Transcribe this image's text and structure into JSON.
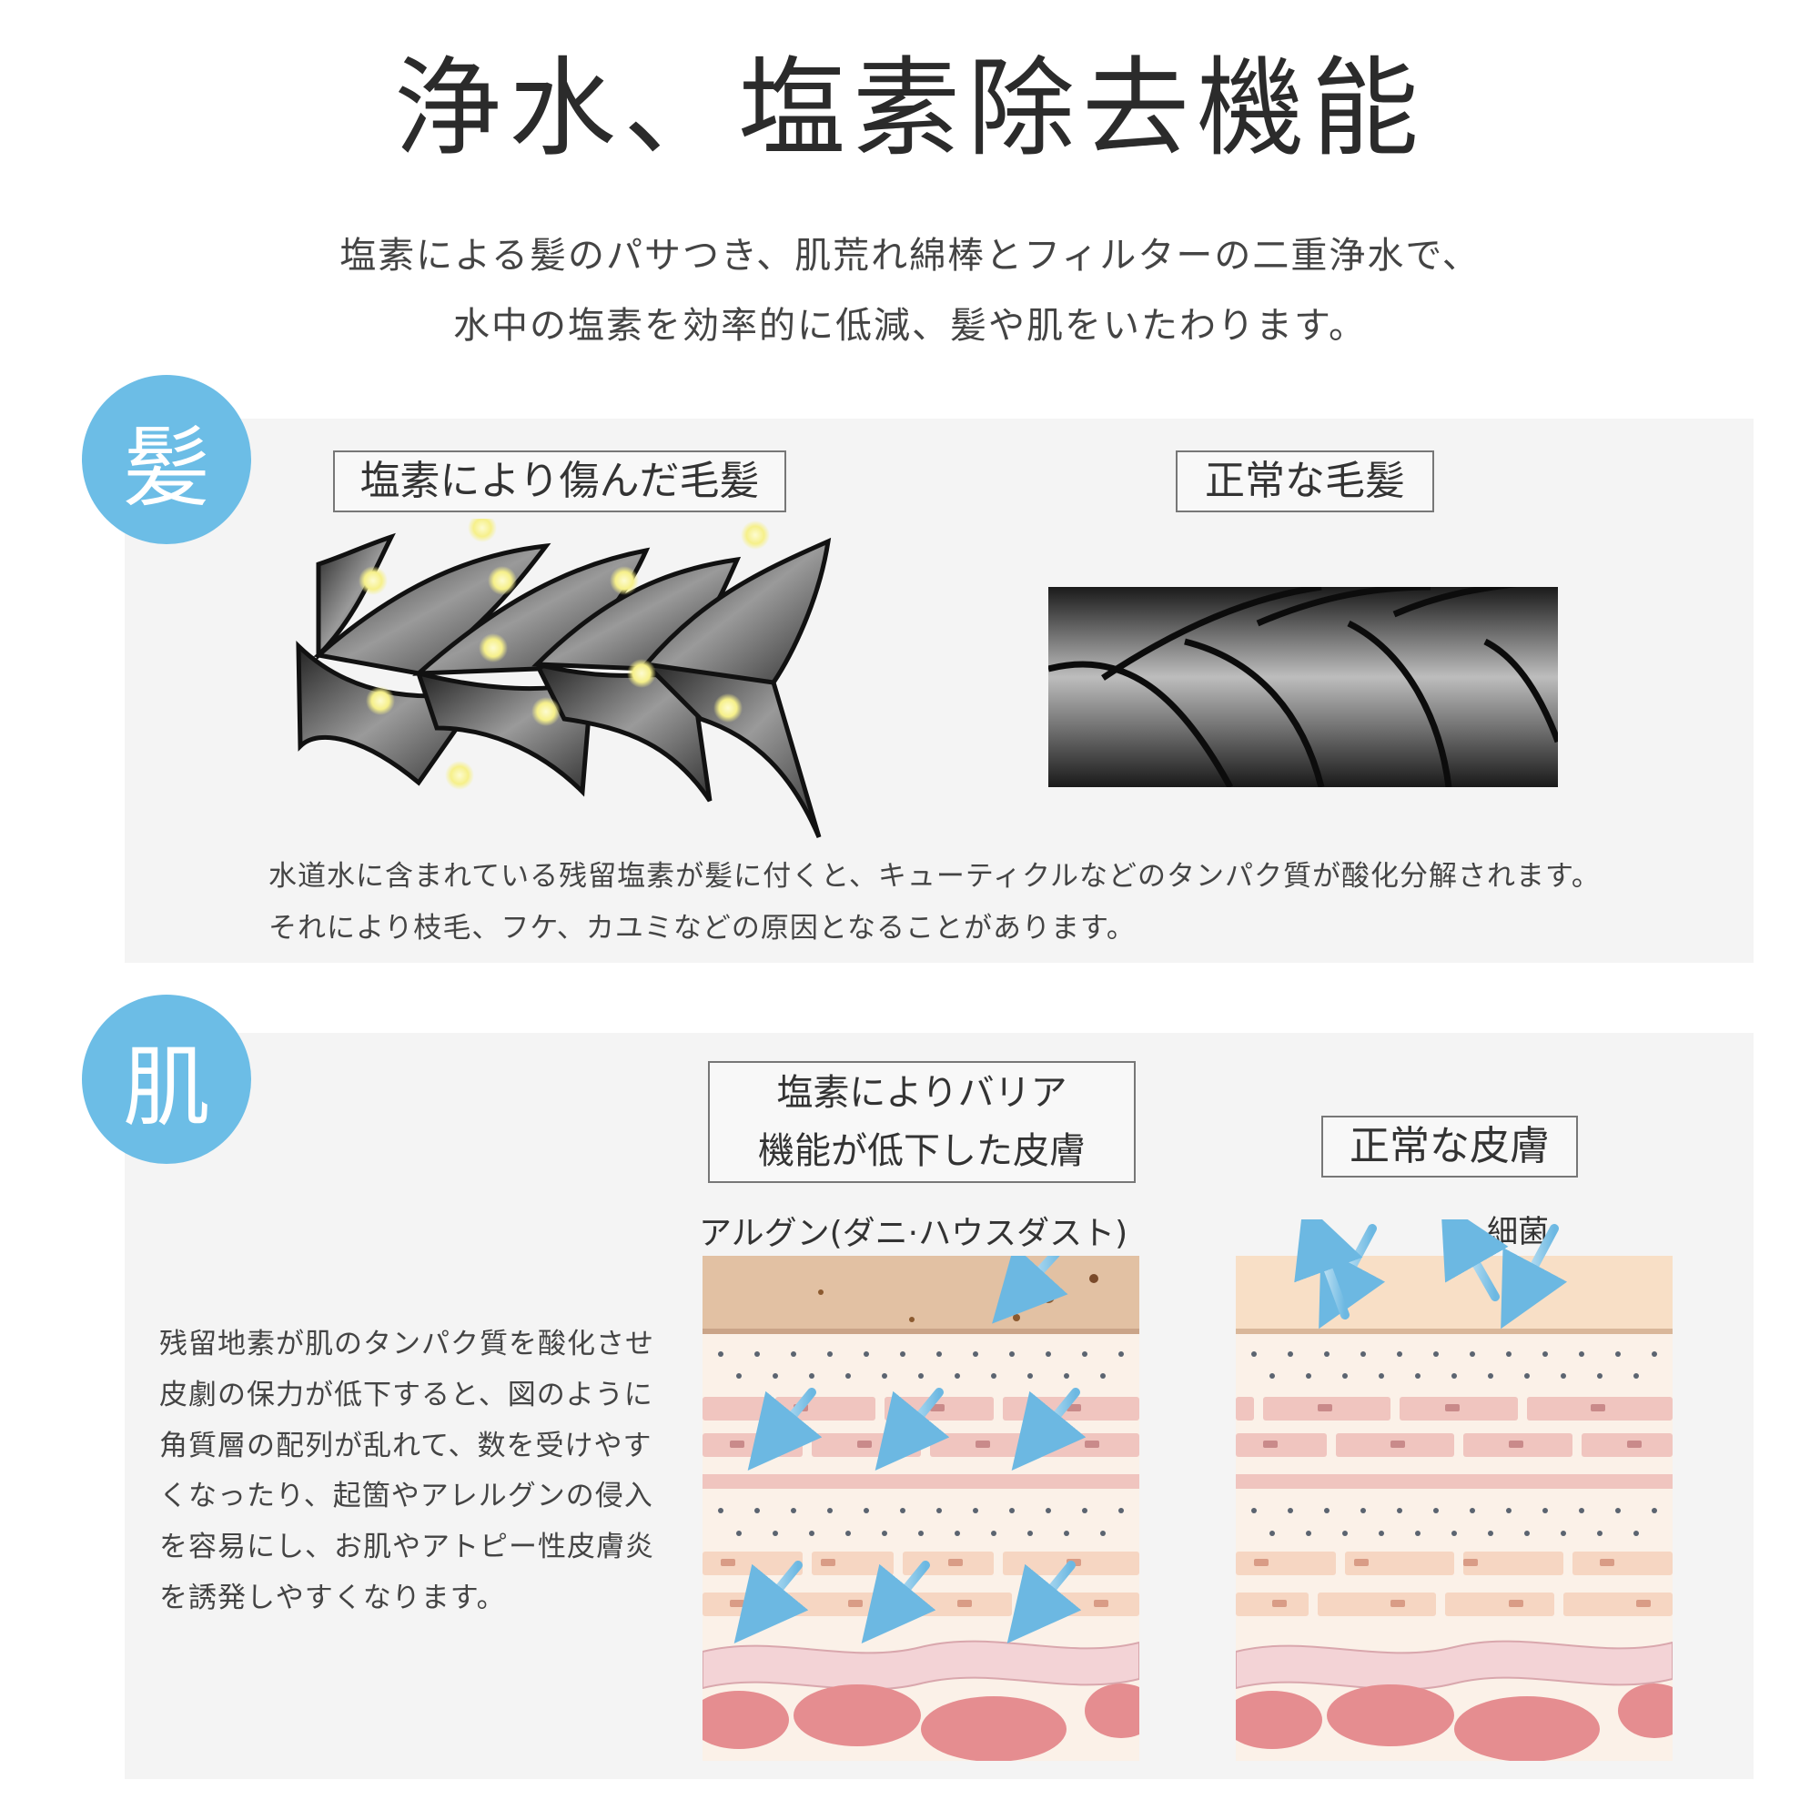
{
  "title": "浄水、塩素除去機能",
  "intro": {
    "line1": "塩素による髪のパサつき、肌荒れ綿棒とフィルターの二重浄水で、",
    "line2": "水中の塩素を効率的に低減、髪や肌をいたわります。"
  },
  "hair": {
    "badge": "髪",
    "damaged_label": "塩素により傷んだ毛髪",
    "normal_label": "正常な毛髪",
    "desc_line1": "水道水に含まれている残留塩素が髪に付くと、キューティクルなどのタンパク質が酸化分解されます。",
    "desc_line2": "それにより枝毛、フケ、カユミなどの原因となることがあります。"
  },
  "skin": {
    "badge": "肌",
    "damaged_label_line1": "塩素によりバリア",
    "damaged_label_line2": "機能が低下した皮膚",
    "normal_label": "正常な皮膚",
    "allergen_label": "アルグン(ダニ·ハウスダスト)",
    "bacteria_label": "細菌",
    "desc_lines": [
      "残留地素が肌のタンパク質を酸化させ",
      "皮劇の保力が低下すると、図のように",
      "角質層の配列が乱れて、数を受けやす",
      "くなったり、起箇やアレルグンの侵入",
      "を容易にし、お肌やアトピー性皮膚炎",
      "を誘発しやすくなります。"
    ]
  },
  "colors": {
    "badge": "#6cbde6",
    "panel": "#f4f4f4",
    "arrow": "#8ccbea",
    "chlorine_dot": "#fbf7a6",
    "skin_top_damaged": "#e2c1a3",
    "skin_top_normal": "#f8dfc6",
    "cell_pink": "#f0c5bf",
    "cell_peach": "#f6d6c2",
    "blob": "#e58d90"
  }
}
